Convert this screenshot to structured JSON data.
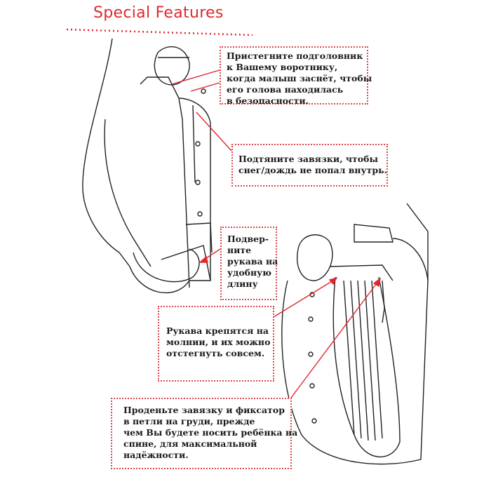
{
  "title": "Special Features",
  "callouts": [
    {
      "lines": [
        "Пристегните подголовник",
        "к Вашему воротнику,",
        "когда малыш заснёт, чтобы",
        "его голова находилась",
        "в безопасности."
      ]
    },
    {
      "lines": [
        "Подтяните завязки, чтобы",
        "снег/дождь не попал внутрь."
      ]
    },
    {
      "lines": [
        "Подвер-",
        "ните",
        "рукава на",
        "удобную",
        "длину"
      ]
    },
    {
      "lines": [
        "Рукава крепятся на",
        "молнии, и их можно",
        "отстегнуть совсем."
      ]
    },
    {
      "lines": [
        "Проденьте завязку и фиксатор",
        "в петли на груди, прежде",
        "чем Вы будете носить ребёнка на",
        "спине, для максимальной",
        "надёжности."
      ]
    }
  ],
  "colors": {
    "accent": "#e0282e",
    "ink": "#1a1a1a"
  }
}
